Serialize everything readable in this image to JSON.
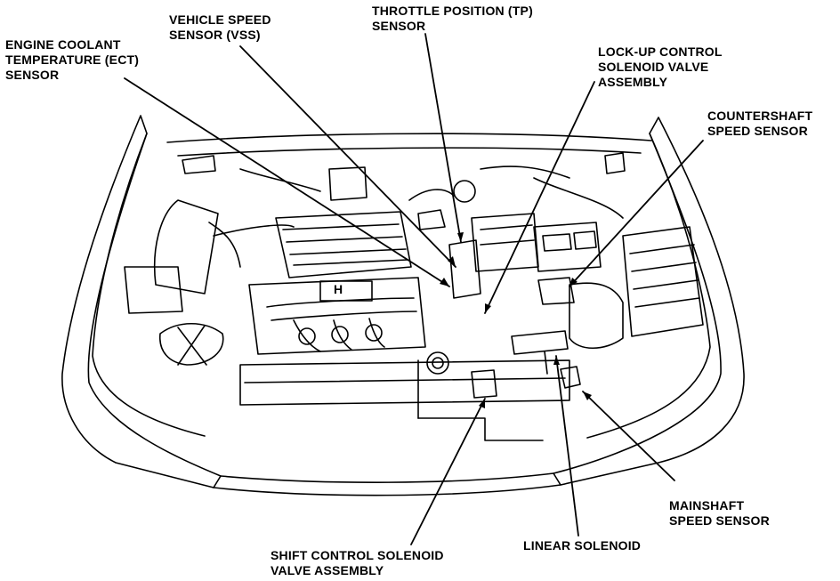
{
  "labels": {
    "ect": {
      "lines": [
        "ENGINE COOLANT",
        "TEMPERATURE (ECT)",
        "SENSOR"
      ]
    },
    "vss": {
      "lines": [
        "VEHICLE SPEED",
        "SENSOR (VSS)"
      ]
    },
    "tp": {
      "lines": [
        "THROTTLE POSITION (TP)",
        "SENSOR"
      ]
    },
    "lockup": {
      "lines": [
        "LOCK-UP CONTROL",
        "SOLENOID VALVE",
        "ASSEMBLY"
      ]
    },
    "countershaft": {
      "lines": [
        "COUNTERSHAFT",
        "SPEED SENSOR"
      ]
    },
    "mainshaft": {
      "lines": [
        "MAINSHAFT",
        "SPEED SENSOR"
      ]
    },
    "linear": {
      "lines": [
        "LINEAR SOLENOID"
      ]
    },
    "shift": {
      "lines": [
        "SHIFT CONTROL SOLENOID",
        "VALVE ASSEMBLY"
      ]
    }
  },
  "emblem_text": "H"
}
